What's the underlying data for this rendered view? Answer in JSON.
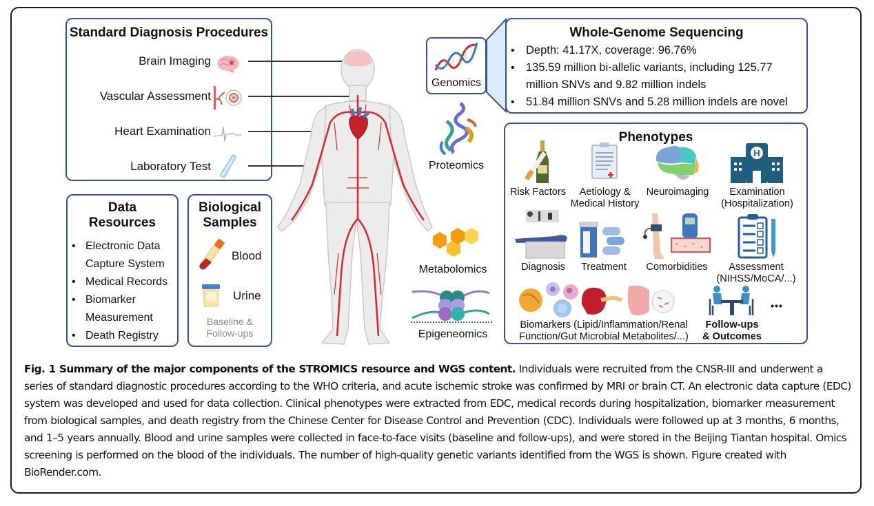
{
  "figure": {
    "standard_diagnosis": {
      "title": "Standard Diagnosis Procedures",
      "items": [
        {
          "label": "Brain Imaging",
          "icon": "brain-icon"
        },
        {
          "label": "Vascular Assessment",
          "icon": "vessel-ultrasound-icon"
        },
        {
          "label": "Heart Examination",
          "icon": "ecg-icon"
        },
        {
          "label": "Laboratory Test",
          "icon": "test-tube-icon"
        }
      ]
    },
    "data_resources": {
      "title_line1": "Data",
      "title_line2": "Resources",
      "items": [
        {
          "line1": "Electronic Data",
          "line2": "Capture System"
        },
        {
          "line1": "Medical Records",
          "line2": ""
        },
        {
          "line1": "Biomarker",
          "line2": "Measurement"
        },
        {
          "line1": "Death Registry",
          "line2": ""
        }
      ]
    },
    "biological_samples": {
      "title_line1": "Biological",
      "title_line2": "Samples",
      "items": [
        {
          "label": "Blood",
          "icon": "blood-tube-icon"
        },
        {
          "label": "Urine",
          "icon": "urine-cup-icon"
        }
      ],
      "note_line1": "Baseline &",
      "note_line2": "Follow-ups"
    },
    "omics": {
      "genomics": "Genomics",
      "proteomics": "Proteomics",
      "metabolomics": "Metabolomics",
      "epigenomics": "Epigeneomics"
    },
    "wgs": {
      "title": "Whole-Genome Sequencing",
      "bullets": [
        {
          "line1": "Depth: 41.17X, coverage: 96.76%",
          "line2": ""
        },
        {
          "line1": "135.59 million bi-allelic variants, including 125.77",
          "line2": "million SNVs and 9.82 million indels"
        },
        {
          "line1": "51.84 million SNVs and 5.28 million indels are novel",
          "line2": ""
        }
      ]
    },
    "phenotypes": {
      "title": "Phenotypes",
      "items": [
        {
          "line1": "Risk Factors",
          "line2": "",
          "icon": "cigarette-bottle-icon"
        },
        {
          "line1": "Aetiology &",
          "line2": "Medical History",
          "icon": "clipboard-icon"
        },
        {
          "line1": "Neuroimaging",
          "line2": "",
          "icon": "brain-color-icon"
        },
        {
          "line1": "Examination",
          "line2": "(Hospitalization)",
          "icon": "hospital-icon"
        },
        {
          "line1": "Diagnosis",
          "line2": "",
          "icon": "exam-table-icon"
        },
        {
          "line1": "Treatment",
          "line2": "",
          "icon": "pill-bottle-icon"
        },
        {
          "line1": "Comorbidities",
          "line2": "",
          "icon": "blood-pressure-glucose-icon"
        },
        {
          "line1": "Assessment",
          "line2": "(NIHSS/MoCA/...)",
          "icon": "checklist-icon"
        },
        {
          "line1": "Biomarkers (Lipid/Inflammation/Renal",
          "line2": "Function/Gut Microbial Metabolites/...)",
          "icon": "cells-kidney-gut-icon"
        },
        {
          "line1": "Follow-ups",
          "line2": "& Outcomes",
          "icon": "consultation-icon"
        }
      ],
      "more": "•••"
    }
  },
  "caption": {
    "bold": "Fig. 1 Summary of the major components of the STROMICS resource and WGS content.",
    "text": " Individuals were recruited from the CNSR-III and underwent a series of standard diagnostic procedures according to the WHO criteria, and acute ischemic stroke was confirmed by MRI or brain CT. An electronic data capture (EDC) system was developed and used for data collection. Clinical phenotypes were extracted from EDC, medical records during hospitalization, biomarker measurement from biological samples, and death registry from the Chinese Center for Disease Control and Prevention (CDC). Individuals were followed up at 3 months, 6 months, and 1–5 years annually. Blood and urine samples were collected in face-to-face visits (baseline and follow-ups), and were stored in the Beijing Tiantan hospital. Omics screening is performed on the blood of the individuals. The number of high-quality genetic variants identified from the WGS is shown. Figure created with BioRender.com."
  },
  "colors": {
    "box_border": "#2e5597",
    "artery": "#d8262c",
    "body": "#ececec",
    "frame": "#1a1a1a"
  }
}
